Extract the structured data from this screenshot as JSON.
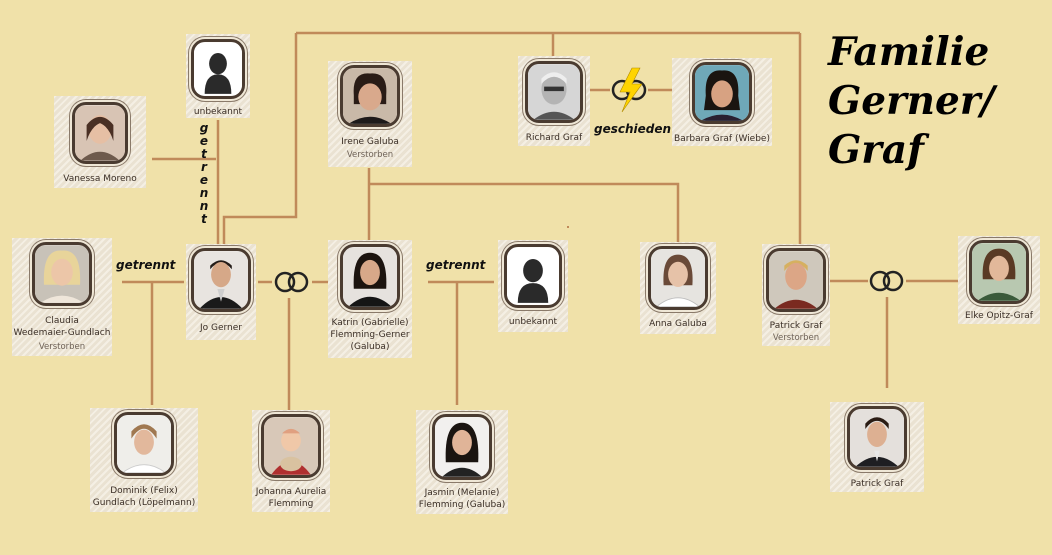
{
  "title": {
    "line1": "Familie",
    "line2": "Gerner/",
    "line3": "Graf"
  },
  "colors": {
    "background": "#f0e1a9",
    "connector": "#c08a5a",
    "ring": "#222222",
    "lightning": "#ffd400"
  },
  "relations": {
    "separated_1": "getrennt",
    "separated_2": "getrennt",
    "separated_vertical": "getrennt",
    "divorced": "geschieden"
  },
  "persons": {
    "vanessa": {
      "name": "Vanessa Moreno",
      "status": ""
    },
    "unknown_top": {
      "name": "unbekannt",
      "status": ""
    },
    "irene": {
      "name": "Irene Galuba",
      "status": "Verstorben"
    },
    "richard": {
      "name": "Richard Graf",
      "status": ""
    },
    "barbara": {
      "name": "Barbara Graf (Wiebe)",
      "status": ""
    },
    "claudia": {
      "name_line1": "Claudia",
      "name_line2": "Wedemaier-Gundlach",
      "status": "Verstorben"
    },
    "jo": {
      "name": "Jo Gerner",
      "status": ""
    },
    "katrin": {
      "name_line1": "Katrin (Gabrielle)",
      "name_line2": "Flemming-Gerner",
      "name_line3": "(Galuba)",
      "status": ""
    },
    "unknown_mid": {
      "name": "unbekannt",
      "status": ""
    },
    "anna": {
      "name": "Anna Galuba",
      "status": ""
    },
    "patrick_sr": {
      "name": "Patrick Graf",
      "status": "Verstorben"
    },
    "elke": {
      "name": "Elke Opitz-Graf",
      "status": ""
    },
    "dominik": {
      "name_line1": "Dominik (Felix)",
      "name_line2": "Gundlach (Löpelmann)",
      "status": ""
    },
    "johanna": {
      "name_line1": "Johanna Aurelia",
      "name_line2": "Flemming",
      "status": ""
    },
    "jasmin": {
      "name_line1": "Jasmin (Melanie)",
      "name_line2": "Flemming (Galuba)",
      "status": ""
    },
    "patrick_jr": {
      "name": "Patrick Graf",
      "status": ""
    }
  },
  "icons": {
    "portrait": "portrait-photo",
    "silhouette": "unknown-silhouette-icon",
    "wedding_rings": "wedding-rings-icon",
    "lightning": "lightning-bolt-icon"
  }
}
